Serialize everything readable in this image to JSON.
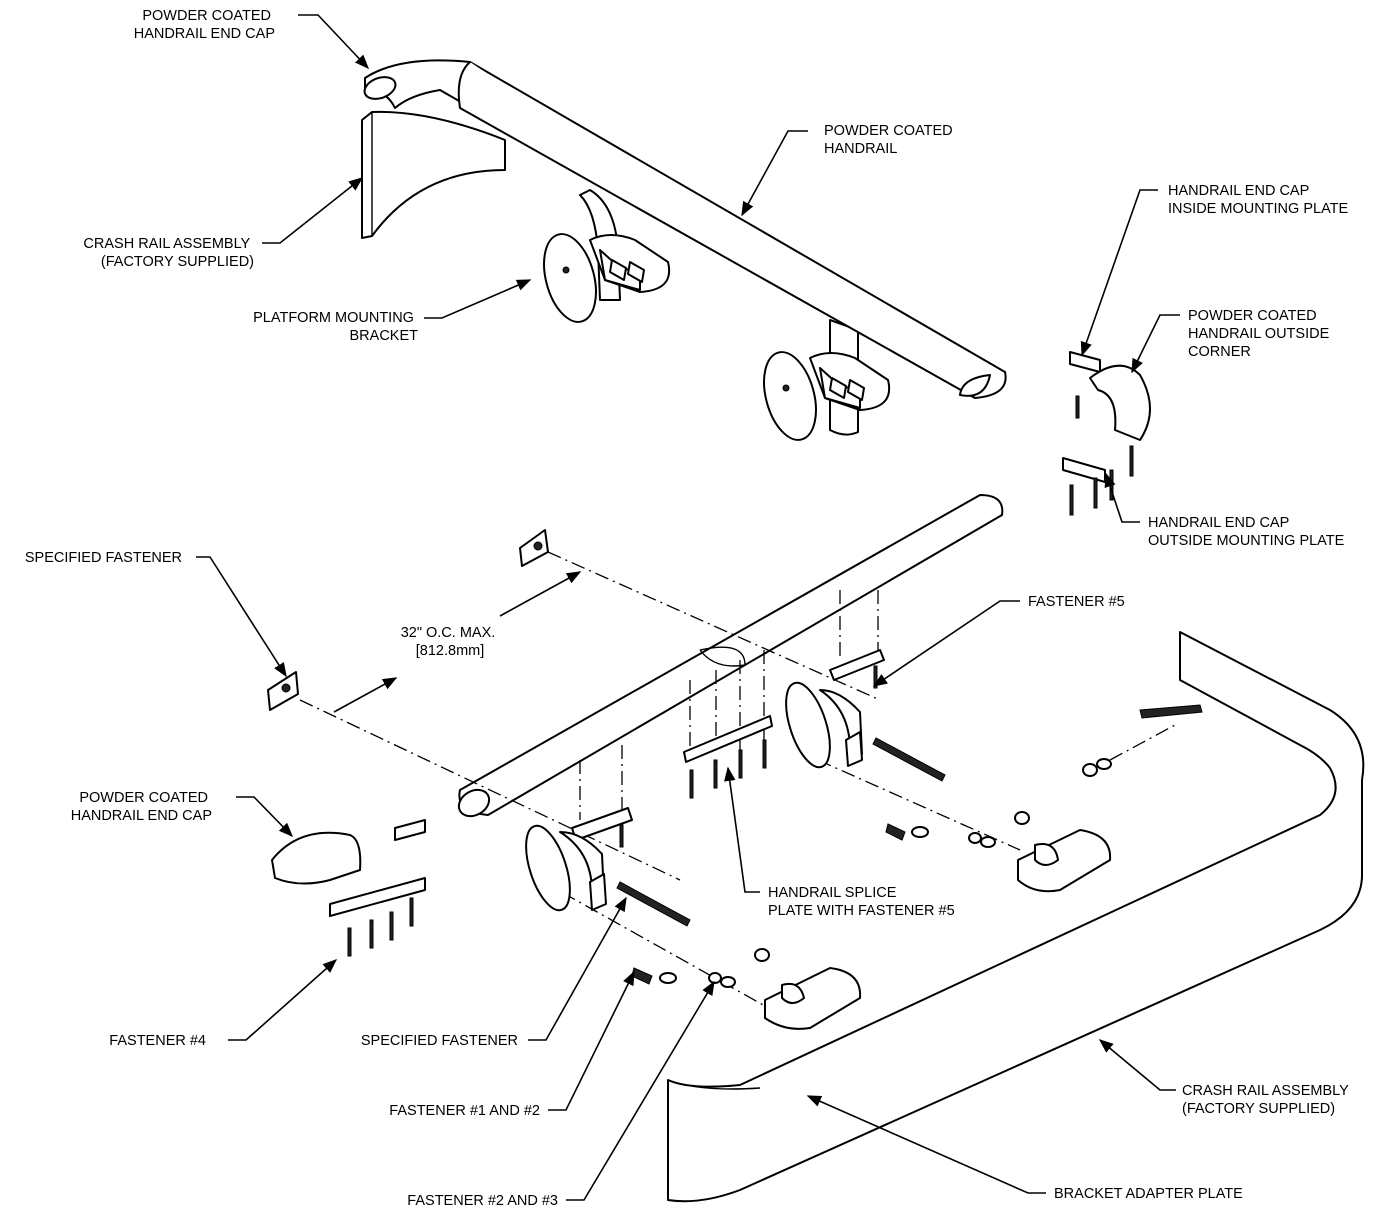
{
  "callouts": {
    "end_cap_top": [
      "POWDER COATED",
      "HANDRAIL END CAP"
    ],
    "handrail": [
      "POWDER COATED",
      "HANDRAIL"
    ],
    "crash_rail_top": [
      "CRASH RAIL ASSEMBLY",
      "(FACTORY SUPPLIED)"
    ],
    "platform_bracket": [
      "PLATFORM MOUNTING",
      "BRACKET"
    ],
    "inside_plate": [
      "HANDRAIL END CAP",
      "INSIDE MOUNTING PLATE"
    ],
    "outside_corner": [
      "POWDER COATED",
      "HANDRAIL OUTSIDE",
      "CORNER"
    ],
    "outside_plate": [
      "HANDRAIL END CAP",
      "OUTSIDE MOUNTING PLATE"
    ],
    "specified_fastener_top": [
      "SPECIFIED FASTENER"
    ],
    "spacing": [
      "32\" O.C. MAX.",
      "[812.8mm]"
    ],
    "fastener_5": [
      "FASTENER #5"
    ],
    "end_cap_bottom": [
      "POWDER COATED",
      "HANDRAIL END CAP"
    ],
    "splice_plate": [
      "HANDRAIL SPLICE",
      "PLATE WITH FASTENER #5"
    ],
    "fastener_4": [
      "FASTENER #4"
    ],
    "specified_fastener_bottom": [
      "SPECIFIED FASTENER"
    ],
    "fastener_1_2": [
      "FASTENER #1 AND #2"
    ],
    "crash_rail_bottom": [
      "CRASH RAIL ASSEMBLY",
      "(FACTORY SUPPLIED)"
    ],
    "fastener_2_3": [
      "FASTENER #2 AND #3"
    ],
    "adapter_plate": [
      "BRACKET ADAPTER PLATE"
    ]
  }
}
